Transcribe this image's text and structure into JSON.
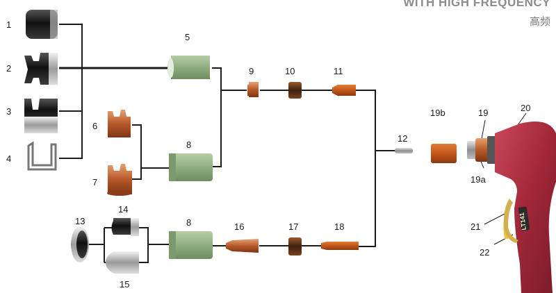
{
  "header": {
    "title": "WITH HIGH FREQUENCY",
    "subtitle_cn": "高频"
  },
  "gun": {
    "model": "LT141"
  },
  "parts": {
    "p1": "1",
    "p2": "2",
    "p3": "3",
    "p4": "4",
    "p5": "5",
    "p6": "6",
    "p7": "7",
    "p8a": "8",
    "p8b": "8",
    "p9": "9",
    "p10": "10",
    "p11": "11",
    "p12": "12",
    "p13": "13",
    "p14": "14",
    "p15": "15",
    "p16": "16",
    "p17": "17",
    "p18": "18",
    "p19": "19",
    "p19a": "19a",
    "p19b": "19b",
    "p20": "20",
    "p21": "21",
    "p22": "22"
  },
  "colors": {
    "line": "#1a1a1a",
    "ceramic": "#8fae80",
    "copper": "#c2622e",
    "torch": "#a8293d",
    "shield": "#2a2a2a",
    "chrome": "#c8c8c8"
  }
}
